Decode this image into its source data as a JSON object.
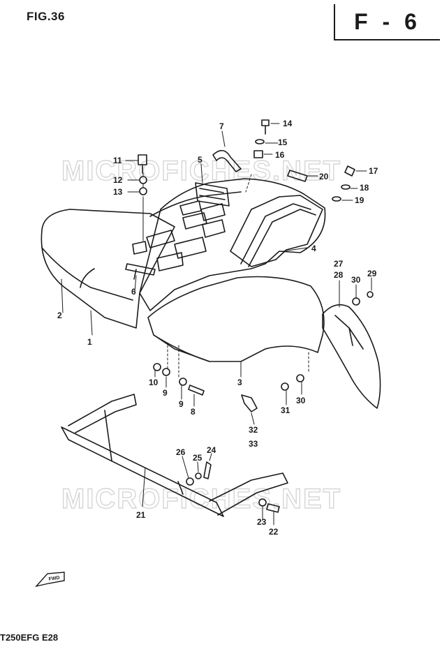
{
  "header": {
    "figure_label": "FIG.36",
    "section_code": "F - 6"
  },
  "footer": {
    "model_code": "T250EFG E28"
  },
  "watermarks": [
    "MICROFICHES.NET",
    "MICROFICHES.NET"
  ],
  "fwd_label": "FWD",
  "callouts": [
    {
      "id": "c1",
      "text": "1"
    },
    {
      "id": "c2",
      "text": "2"
    },
    {
      "id": "c3",
      "text": "3"
    },
    {
      "id": "c4",
      "text": "4"
    },
    {
      "id": "c5",
      "text": "5"
    },
    {
      "id": "c6",
      "text": "6"
    },
    {
      "id": "c7",
      "text": "7"
    },
    {
      "id": "c8",
      "text": "8"
    },
    {
      "id": "c9a",
      "text": "9"
    },
    {
      "id": "c9b",
      "text": "9"
    },
    {
      "id": "c10",
      "text": "10"
    },
    {
      "id": "c11",
      "text": "11"
    },
    {
      "id": "c12",
      "text": "12"
    },
    {
      "id": "c13",
      "text": "13"
    },
    {
      "id": "c14",
      "text": "14"
    },
    {
      "id": "c15",
      "text": "15"
    },
    {
      "id": "c16",
      "text": "16"
    },
    {
      "id": "c17",
      "text": "17"
    },
    {
      "id": "c18",
      "text": "18"
    },
    {
      "id": "c19",
      "text": "19"
    },
    {
      "id": "c20",
      "text": "20"
    },
    {
      "id": "c21",
      "text": "21"
    },
    {
      "id": "c22",
      "text": "22"
    },
    {
      "id": "c23",
      "text": "23"
    },
    {
      "id": "c24",
      "text": "24"
    },
    {
      "id": "c25",
      "text": "25"
    },
    {
      "id": "c26",
      "text": "26"
    },
    {
      "id": "c27",
      "text": "27"
    },
    {
      "id": "c28",
      "text": "28"
    },
    {
      "id": "c29",
      "text": "29"
    },
    {
      "id": "c30a",
      "text": "30"
    },
    {
      "id": "c30b",
      "text": "30"
    },
    {
      "id": "c31",
      "text": "31"
    },
    {
      "id": "c32",
      "text": "32"
    },
    {
      "id": "c33",
      "text": "33"
    }
  ]
}
